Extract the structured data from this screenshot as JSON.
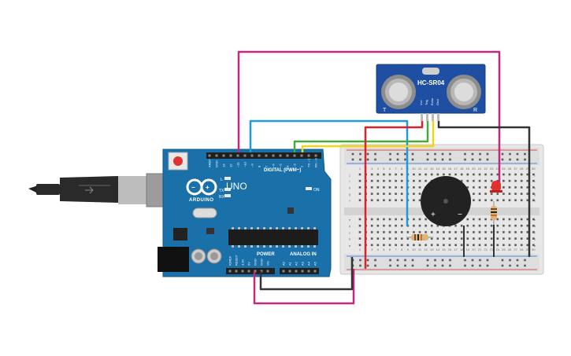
{
  "sensor": {
    "model": "HC-SR04",
    "pins": [
      "Vcc",
      "Trig",
      "Echo",
      "Gnd"
    ],
    "corner_left": "T",
    "corner_right": "R"
  },
  "arduino": {
    "brand": "ARDUINO",
    "model": "UNO",
    "digital_label": "DIGITAL (PWM~)",
    "power_label": "POWER",
    "analog_label": "ANALOG IN",
    "led_labels": [
      "L",
      "TX",
      "RX"
    ],
    "on_label": "ON",
    "digital_pins": [
      "AREF",
      "GND",
      "13",
      "12",
      "~11",
      "~10",
      "~9",
      "8",
      "7",
      "~6",
      "~5",
      "4",
      "~3",
      "2",
      "TX→1",
      "RX←0"
    ],
    "power_pins": [
      "IOREF",
      "RESET",
      "3.3V",
      "5V",
      "GND",
      "GND",
      "Vin"
    ],
    "analog_pins": [
      "A0",
      "A1",
      "A2",
      "A3",
      "A4",
      "A5"
    ]
  },
  "breadboard": {
    "row_letters_top": [
      "j",
      "i",
      "h",
      "g",
      "f"
    ],
    "row_letters_bottom": [
      "e",
      "d",
      "c",
      "b",
      "a"
    ],
    "column_numbers": [
      "1",
      "2",
      "3",
      "4",
      "5",
      "6",
      "7",
      "8",
      "9",
      "10",
      "11",
      "12",
      "13",
      "14",
      "15",
      "16",
      "17",
      "18",
      "19",
      "20",
      "21",
      "22",
      "23",
      "24",
      "25",
      "26",
      "27",
      "28",
      "29",
      "30"
    ]
  },
  "buzzer": {
    "plus": "+",
    "minus": "−"
  },
  "wire_colors": {
    "magenta": "#c2287c",
    "blue": "#1f9bd6",
    "green": "#46a93a",
    "yellow": "#f4d416",
    "red": "#d6252a",
    "black": "#333333"
  }
}
